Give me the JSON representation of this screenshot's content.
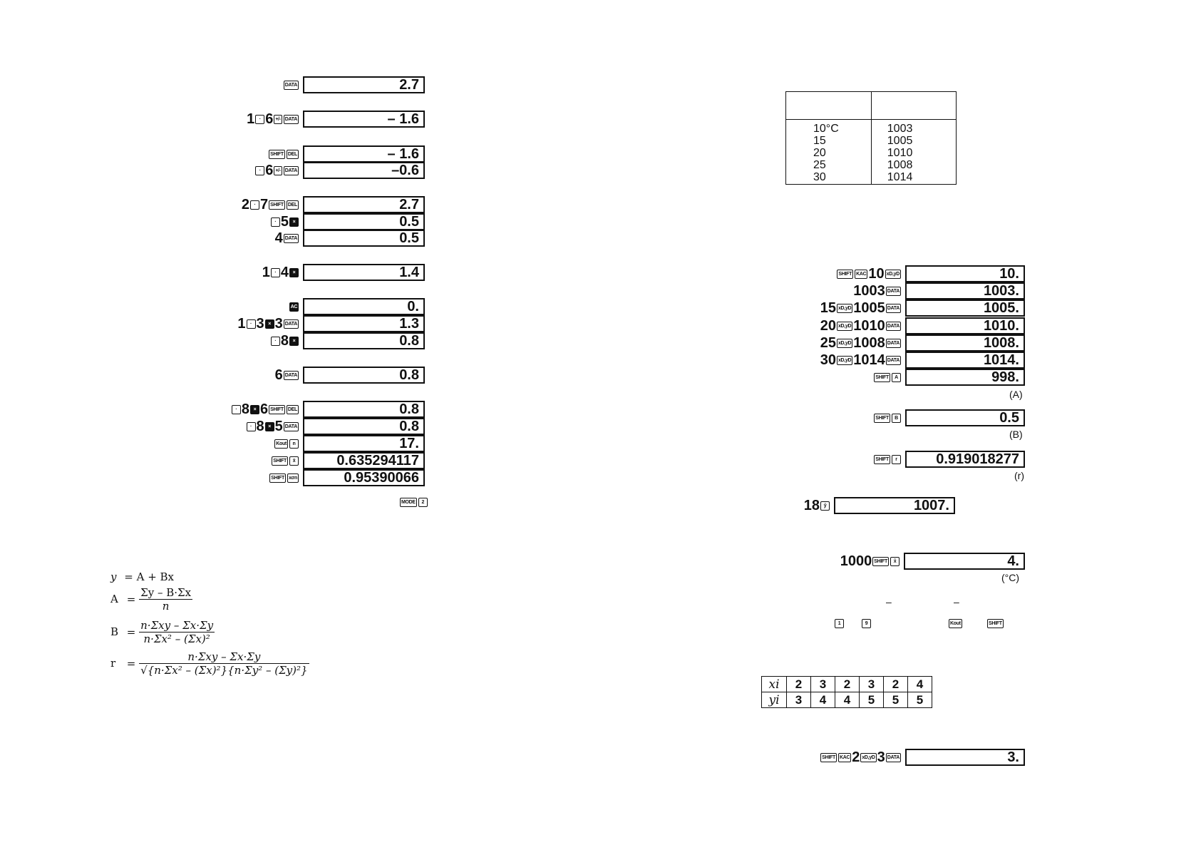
{
  "left": {
    "rows": [
      {
        "keys": [
          {
            "k": "DATA"
          }
        ],
        "display": "2.7"
      },
      {
        "keys": [
          {
            "t": "1"
          },
          {
            "k": "·"
          },
          {
            "t": "6"
          },
          {
            "k": "+/-"
          },
          {
            "k": "DATA"
          }
        ],
        "display": "– 1.6"
      },
      {
        "keys": [
          {
            "k": "SHIFT"
          },
          {
            "k": "DEL"
          }
        ],
        "display": "– 1.6"
      },
      {
        "keys": [
          {
            "k": "·"
          },
          {
            "t": "6"
          },
          {
            "k": "+/-"
          },
          {
            "k": "DATA"
          }
        ],
        "display": "–0.6"
      },
      {
        "keys": [
          {
            "t": "2"
          },
          {
            "k": "·"
          },
          {
            "t": "7"
          },
          {
            "k": "SHIFT"
          },
          {
            "k": "DEL"
          }
        ],
        "display": "2.7"
      },
      {
        "keys": [
          {
            "k": "·"
          },
          {
            "t": "5"
          },
          {
            "k": "×",
            "dark": true
          }
        ],
        "display": "0.5"
      },
      {
        "keys": [
          {
            "t": "4"
          },
          {
            "k": "DATA"
          }
        ],
        "display": "0.5"
      },
      {
        "keys": [
          {
            "t": "1"
          },
          {
            "k": "·"
          },
          {
            "t": "4"
          },
          {
            "k": "×",
            "dark": true
          }
        ],
        "display": "1.4"
      },
      {
        "keys": [
          {
            "k": "AC",
            "dark": true
          }
        ],
        "display": "0."
      },
      {
        "keys": [
          {
            "t": "1"
          },
          {
            "k": "·"
          },
          {
            "t": "3"
          },
          {
            "k": "×",
            "dark": true
          },
          {
            "t": "3"
          },
          {
            "k": "DATA"
          }
        ],
        "display": "1.3"
      },
      {
        "keys": [
          {
            "k": "·"
          },
          {
            "t": "8"
          },
          {
            "k": "×",
            "dark": true
          }
        ],
        "display": "0.8"
      },
      {
        "keys": [
          {
            "t": "6"
          },
          {
            "k": "DATA"
          }
        ],
        "display": "0.8"
      },
      {
        "keys": [
          {
            "k": "·"
          },
          {
            "t": "8"
          },
          {
            "k": "×",
            "dark": true
          },
          {
            "t": "6"
          },
          {
            "k": "SHIFT"
          },
          {
            "k": "DEL"
          }
        ],
        "display": "0.8"
      },
      {
        "keys": [
          {
            "k": "·"
          },
          {
            "t": "8"
          },
          {
            "k": "×",
            "dark": true
          },
          {
            "t": "5"
          },
          {
            "k": "DATA"
          }
        ],
        "display": "0.8"
      },
      {
        "keys": [
          {
            "k": "Kout"
          },
          {
            "k": "n"
          }
        ],
        "display": "17."
      },
      {
        "keys": [
          {
            "k": "SHIFT"
          },
          {
            "k": "x̄"
          }
        ],
        "display": "0.635294117"
      },
      {
        "keys": [
          {
            "k": "SHIFT"
          },
          {
            "k": "xσn"
          }
        ],
        "display": "0.95390066"
      }
    ],
    "mode_keys": [
      {
        "k": "MODE"
      },
      {
        "k": "2"
      }
    ],
    "formulas": {
      "y_lhs": "y",
      "y_rhs": "= A + Bx",
      "a_lhs": "A",
      "a_num": "Σy – B·Σx",
      "a_den": "n",
      "b_lhs": "B",
      "b_num": "n·Σxy – Σx·Σy",
      "b_den": "n·Σx² – (Σx)²",
      "r_lhs": "r",
      "r_num": "n·Σxy – Σx·Σy",
      "r_den": "√{n·Σx² – (Σx)²}{n·Σy² – (Σy)²}"
    }
  },
  "right": {
    "table1": {
      "col1": [
        "10°C",
        "15",
        "20",
        "25",
        "30"
      ],
      "col2": [
        "1003",
        "1005",
        "1010",
        "1008",
        "1014"
      ]
    },
    "rows": [
      {
        "keys": [
          {
            "k": "SHIFT"
          },
          {
            "k": "KAC"
          },
          {
            "t": "10"
          },
          {
            "k": "xD,yD"
          }
        ],
        "display": "10."
      },
      {
        "keys": [
          {
            "t": "1003"
          },
          {
            "k": "DATA"
          }
        ],
        "display": "1003."
      },
      {
        "keys": [
          {
            "t": "15"
          },
          {
            "k": "xD,yD"
          },
          {
            "t": "1005"
          },
          {
            "k": "DATA"
          }
        ],
        "display": "1005."
      },
      {
        "keys": [
          {
            "t": "20"
          },
          {
            "k": "xD,yD"
          },
          {
            "t": "1010"
          },
          {
            "k": "DATA"
          }
        ],
        "display": "1010."
      },
      {
        "keys": [
          {
            "t": "25"
          },
          {
            "k": "xD,yD"
          },
          {
            "t": "1008"
          },
          {
            "k": "DATA"
          }
        ],
        "display": "1008."
      },
      {
        "keys": [
          {
            "t": "30"
          },
          {
            "k": "xD,yD"
          },
          {
            "t": "1014"
          },
          {
            "k": "DATA"
          }
        ],
        "display": "1014."
      },
      {
        "keys": [
          {
            "k": "SHIFT"
          },
          {
            "k": "A"
          }
        ],
        "display": "998."
      },
      {
        "keys": [
          {
            "k": "SHIFT"
          },
          {
            "k": "B"
          }
        ],
        "display": "0.5"
      },
      {
        "keys": [
          {
            "k": "SHIFT"
          },
          {
            "k": "r"
          }
        ],
        "display": "0.919018277"
      },
      {
        "keys": [
          {
            "t": "18"
          },
          {
            "k": "ŷ"
          }
        ],
        "display": "1007."
      },
      {
        "keys": [
          {
            "t": "1000"
          },
          {
            "k": "SHIFT"
          },
          {
            "k": "x̂"
          }
        ],
        "display": "4."
      },
      {
        "keys": [
          {
            "k": "SHIFT"
          },
          {
            "k": "KAC"
          },
          {
            "t": "2"
          },
          {
            "k": "xD,yD"
          },
          {
            "t": "3"
          },
          {
            "k": "DATA"
          }
        ],
        "display": "3."
      }
    ],
    "labels": {
      "A": "(A)",
      "B": "(B)",
      "r": "(r)",
      "degc": "(°C)"
    },
    "misc_keys": {
      "one": "1",
      "nine": "9",
      "kout": "Kout",
      "shift": "SHIFT",
      "bar1": "–",
      "bar2": "–"
    },
    "table2": {
      "xi_label": "xi",
      "yi_label": "yi",
      "xi": [
        "2",
        "3",
        "2",
        "3",
        "2",
        "4"
      ],
      "yi": [
        "3",
        "4",
        "4",
        "5",
        "5",
        "5"
      ]
    }
  }
}
